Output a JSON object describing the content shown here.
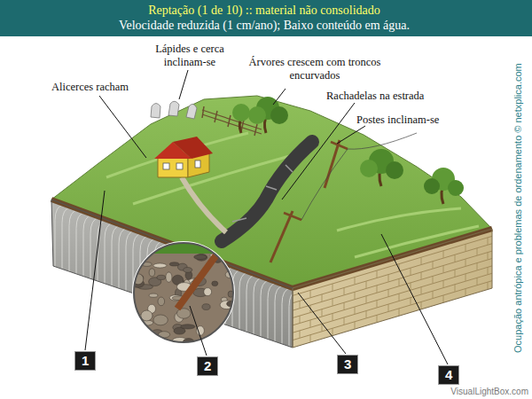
{
  "diagram": {
    "title": "Reptação (1 de 10) :: material não consolidado",
    "labels": [
      "Velocidade reduzida (1 cm/ano); Baixo conteúdo em água.",
      "Lápides e cerca inclinam-se",
      "Alicerces racham",
      "Árvores crescem com troncos encurvados",
      "Rachadelas na estrada",
      "Postes inclinam-se",
      "1",
      "2",
      "3",
      "4",
      "Ocupação antrópica e problemas de ordenamento © netxplica.com",
      "VisualLightBox.com"
    ]
  }
}
